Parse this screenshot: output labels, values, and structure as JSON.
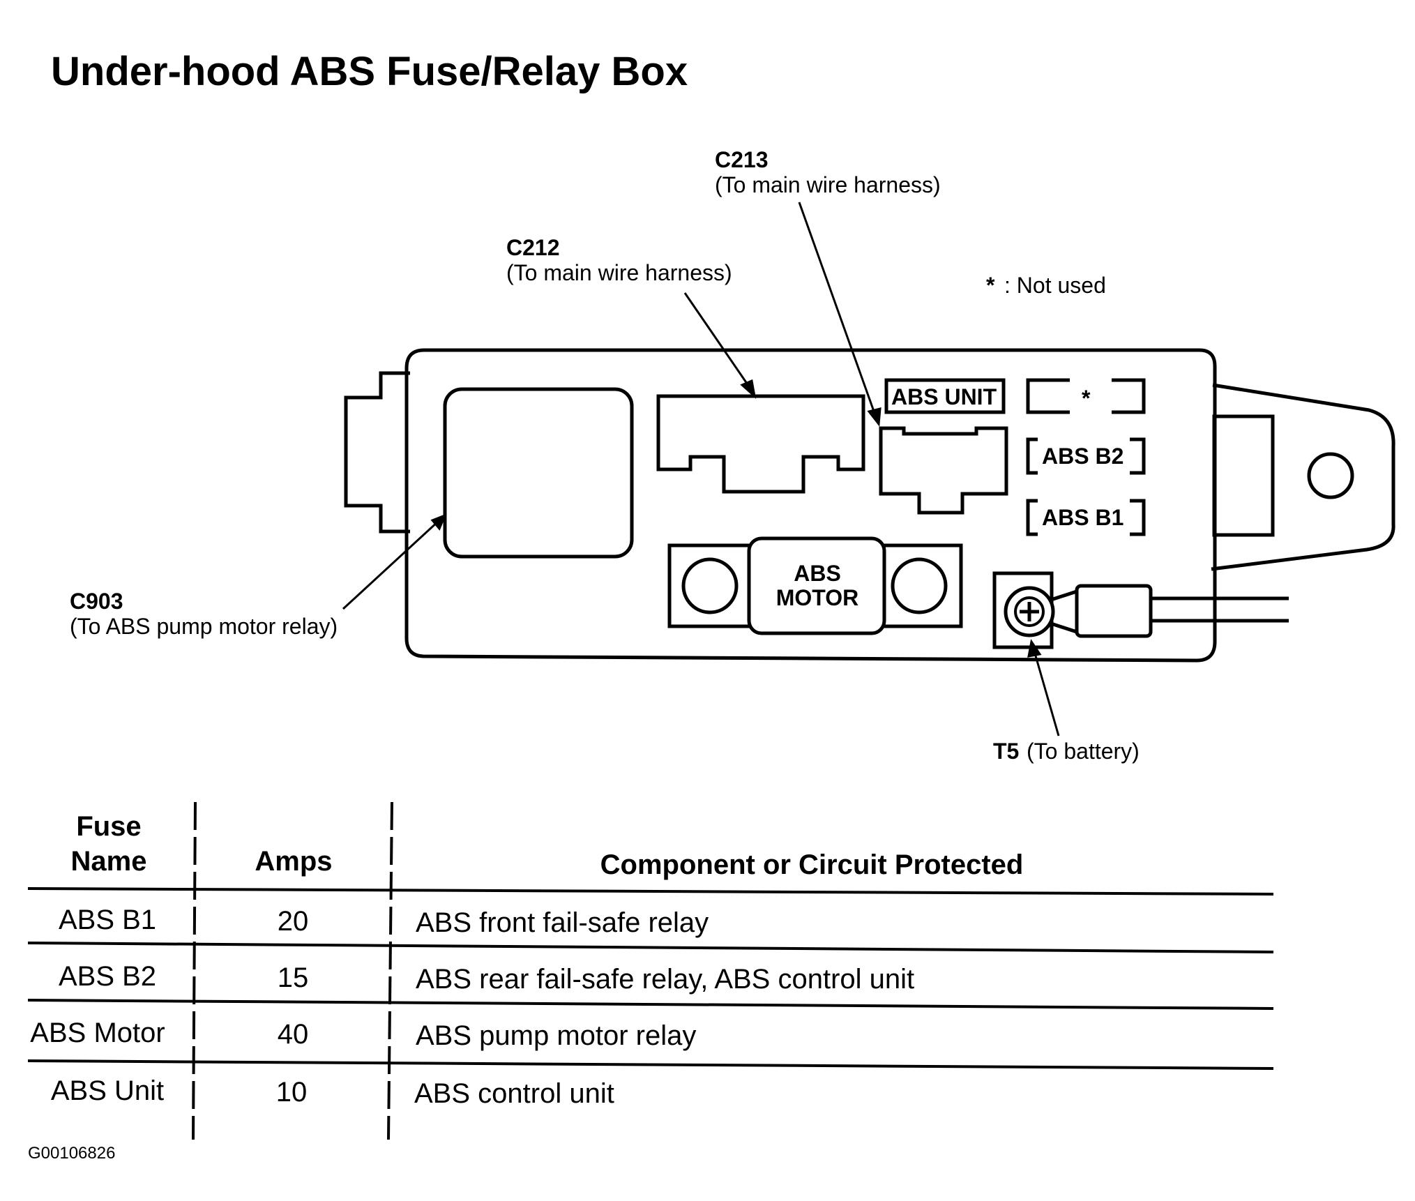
{
  "title": "Under-hood ABS Fuse/Relay Box",
  "callouts": {
    "c213": {
      "code": "C213",
      "desc": "(To main wire harness)"
    },
    "c212": {
      "code": "C212",
      "desc": "(To main wire harness)"
    },
    "c903": {
      "code": "C903",
      "desc": "(To ABS pump motor relay)"
    },
    "t5": {
      "code": "T5",
      "desc": "(To battery)"
    }
  },
  "legend": {
    "symbol": "*",
    "text": ": Not used"
  },
  "box_labels": {
    "abs_unit": "ABS UNIT",
    "unused": "*",
    "abs_b2": "ABS B2",
    "abs_b1": "ABS B1",
    "abs_motor_1": "ABS",
    "abs_motor_2": "MOTOR"
  },
  "table": {
    "headers": {
      "name_1": "Fuse",
      "name_2": "Name",
      "amps": "Amps",
      "component": "Component or Circuit Protected"
    },
    "rows": [
      {
        "name": "ABS B1",
        "amps": "20",
        "component": "ABS front fail-safe relay"
      },
      {
        "name": "ABS B2",
        "amps": "15",
        "component": "ABS rear fail-safe relay, ABS control unit"
      },
      {
        "name": "ABS Motor",
        "amps": "40",
        "component": "ABS pump motor relay"
      },
      {
        "name": "ABS Unit",
        "amps": "10",
        "component": "ABS control unit"
      }
    ]
  },
  "figure_code": "G00106826"
}
